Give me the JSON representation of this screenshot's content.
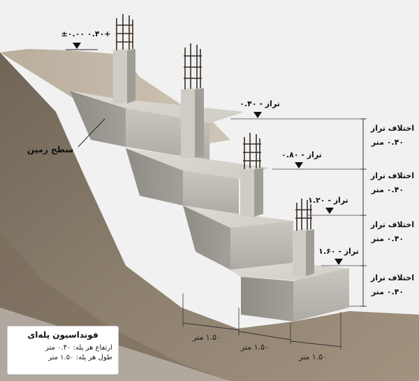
{
  "ground_label": "سطح زمین",
  "top_level": "+۰.۴۰ ±۰.۰۰",
  "levels": [
    {
      "label": "تراز - ۰.۴۰"
    },
    {
      "label": "تراز - ۰.۸۰"
    },
    {
      "label": "تراز - ۱.۲۰"
    },
    {
      "label": "تراز - ۱.۶۰"
    }
  ],
  "height_difference": {
    "line1": "اختلاف تراز",
    "line2": "۰.۴۰ متر"
  },
  "step_length": "۱.۵۰ متر",
  "legend": {
    "title": "فونداسیون پله‌ای",
    "row1": "ارتفاع هر پله: ۰.۴۰ متر",
    "row2": "طول هر پله: ۱.۵۰ متر"
  },
  "colors": {
    "background": "#f1f1f1",
    "concrete": "#bdbab3",
    "soil": "#8a7d6d"
  }
}
